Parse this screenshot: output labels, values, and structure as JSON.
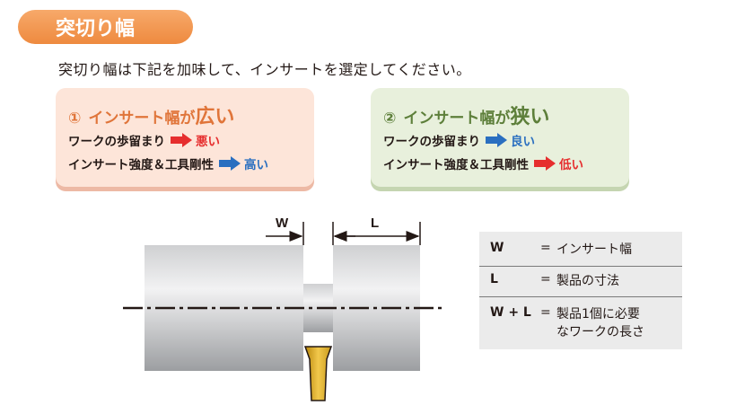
{
  "title": "突切り幅",
  "intro": "突切り幅は下記を加味して、インサートを選定してください。",
  "cards": [
    {
      "num": "①",
      "heading_prefix": "インサート幅が",
      "heading_emphasis": "広い",
      "rows": [
        {
          "label": "ワークの歩留まり",
          "arrow": "red",
          "value": "悪い",
          "value_color": "red"
        },
        {
          "label": "インサート強度＆工具剛性",
          "arrow": "blue",
          "value": "高い",
          "value_color": "blue"
        }
      ]
    },
    {
      "num": "②",
      "heading_prefix": "インサート幅が",
      "heading_emphasis": "狭い",
      "rows": [
        {
          "label": "ワークの歩留まり",
          "arrow": "blue",
          "value": "良い",
          "value_color": "blue"
        },
        {
          "label": "インサート強度＆工具剛性",
          "arrow": "red",
          "value": "低い",
          "value_color": "red"
        }
      ]
    }
  ],
  "diagram": {
    "w_label": "W",
    "l_label": "L"
  },
  "legend": [
    {
      "key": "W",
      "eq": "=",
      "desc": "インサート幅"
    },
    {
      "key": "L",
      "eq": "=",
      "desc": "製品の寸法"
    },
    {
      "key": "W + L",
      "eq": "=",
      "desc_line1": "製品1個に必要",
      "desc_line2": "なワークの長さ"
    }
  ],
  "colors": {
    "accent_orange": "#ee8a3f",
    "arrow_red": "#e62e2e",
    "arrow_blue": "#2a6fc0",
    "insert_gold": "#d9a826"
  }
}
